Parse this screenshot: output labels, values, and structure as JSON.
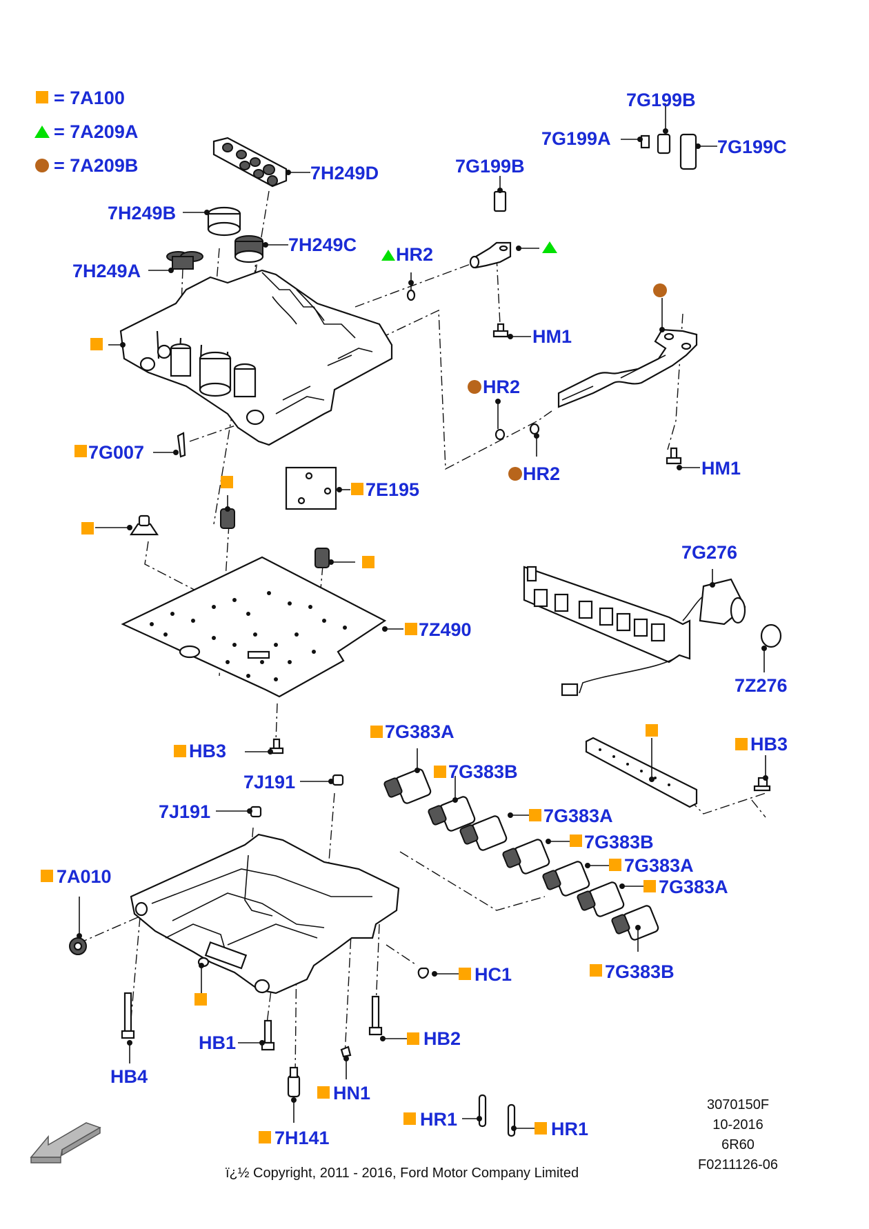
{
  "legend": [
    {
      "marker": "square",
      "color": "#FFA500",
      "text": "= 7A100"
    },
    {
      "marker": "triangle",
      "color": "#00E000",
      "text": "= 7A209A"
    },
    {
      "marker": "circle",
      "color": "#B8651B",
      "text": "= 7A209B"
    }
  ],
  "colors": {
    "label_text": "#1A2BD6",
    "square_marker": "#FFA500",
    "triangle_marker": "#00E000",
    "circle_marker": "#B8651B",
    "line": "#111111"
  },
  "labels": {
    "l_7G199B_top": "7G199B",
    "l_7G199A": "7G199A",
    "l_7G199C": "7G199C",
    "l_7H249D": "7H249D",
    "l_7G199B_mid": "7G199B",
    "l_7H249B": "7H249B",
    "l_7H249C": "7H249C",
    "l_HR2_tri": "HR2",
    "l_7H249A": "7H249A",
    "l_HM1_a": "HM1",
    "l_HR2_c1": "HR2",
    "l_HR2_c2": "HR2",
    "l_HM1_b": "HM1",
    "l_7G007": "7G007",
    "l_7E195": "7E195",
    "l_7Z490": "7Z490",
    "l_7G276": "7G276",
    "l_7Z276": "7Z276",
    "l_HB3_left": "HB3",
    "l_7G383A_1": "7G383A",
    "l_7G383B_1": "7G383B",
    "l_HB3_right": "HB3",
    "l_7J191_a": "7J191",
    "l_7J191_b": "7J191",
    "l_7G383A_2": "7G383A",
    "l_7G383B_2": "7G383B",
    "l_7G383A_3": "7G383A",
    "l_7G383A_4": "7G383A",
    "l_7A010": "7A010",
    "l_HC1": "HC1",
    "l_7G383B_3": "7G383B",
    "l_HB1": "HB1",
    "l_HB2": "HB2",
    "l_HB4": "HB4",
    "l_HN1": "HN1",
    "l_7H141": "7H141",
    "l_HR1_a": "HR1",
    "l_HR1_b": "HR1"
  },
  "footer": {
    "copyright": "ï¿½ Copyright, 2011 - 2016, Ford Motor Company Limited",
    "ref_1": "3070150F",
    "ref_2": "10-2016",
    "ref_3": "6R60",
    "ref_4": "F0211126-06"
  },
  "icons": {
    "direction_arrow": "front-direction-arrow-icon"
  }
}
